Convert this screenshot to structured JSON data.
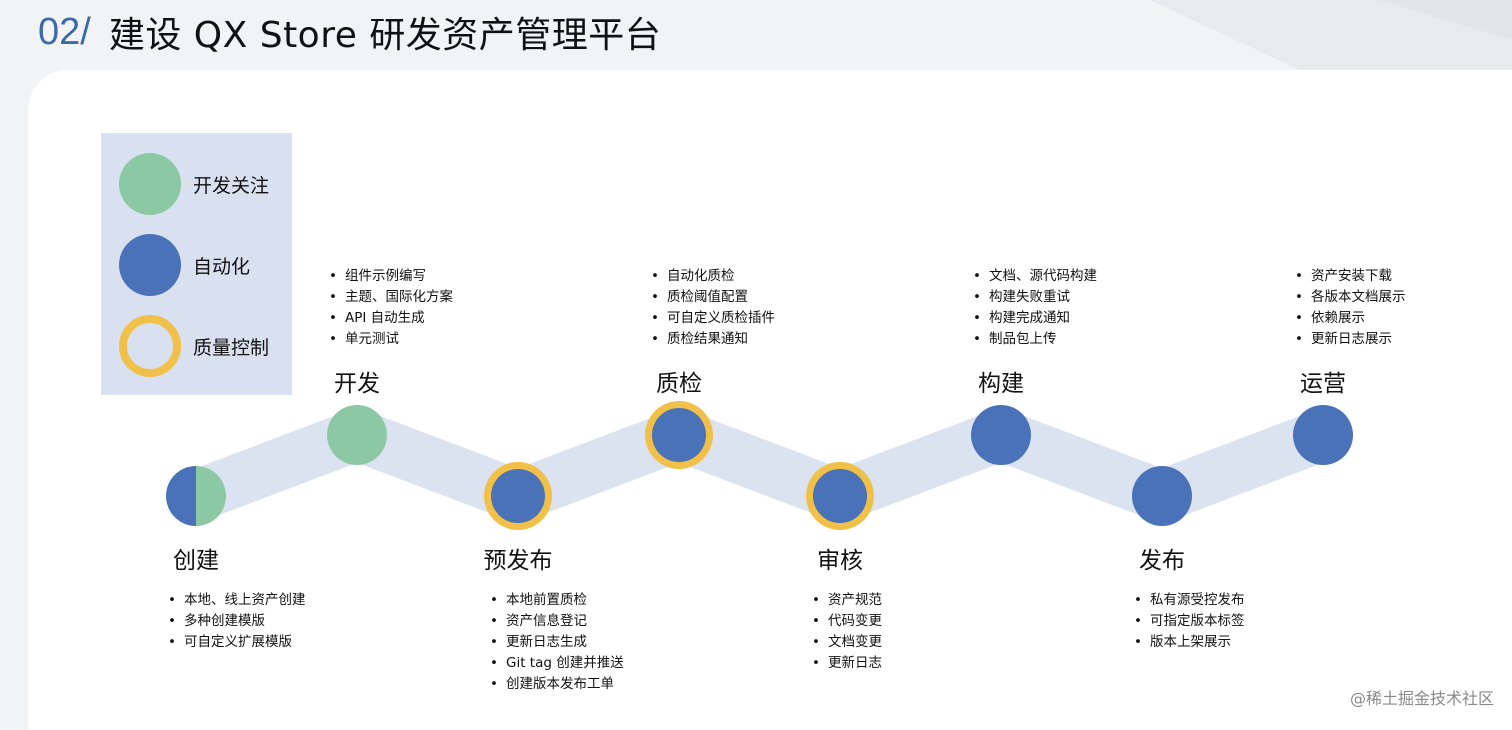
{
  "header": {
    "number": "02/",
    "title": "建设 QX Store 研发资产管理平台"
  },
  "colors": {
    "green": "#8cc8a4",
    "blue": "#4a72b8",
    "gold": "#f0c048",
    "band": "#dbe3f1",
    "legend_bg": "#d9e1f0"
  },
  "legend": [
    {
      "label": "开发关注",
      "style": "green-fill"
    },
    {
      "label": "自动化",
      "style": "blue-fill"
    },
    {
      "label": "质量控制",
      "style": "gold-ring"
    }
  ],
  "stages": [
    {
      "name": "创建",
      "level": "low",
      "style": "half-blue-green",
      "items": [
        "本地、线上资产创建",
        "多种创建模版",
        "可自定义扩展模版"
      ]
    },
    {
      "name": "开发",
      "level": "high",
      "style": "green",
      "items": [
        "组件示例编写",
        "主题、国际化方案",
        "API 自动生成",
        "单元测试"
      ]
    },
    {
      "name": "预发布",
      "level": "low",
      "style": "blue-gold",
      "items": [
        "本地前置质检",
        "资产信息登记",
        "更新日志生成",
        "Git tag 创建并推送",
        "创建版本发布工单"
      ]
    },
    {
      "name": "质检",
      "level": "high",
      "style": "blue-gold",
      "items": [
        "自动化质检",
        "质检阈值配置",
        "可自定义质检插件",
        "质检结果通知"
      ]
    },
    {
      "name": "审核",
      "level": "low",
      "style": "blue-gold",
      "items": [
        "资产规范",
        "代码变更",
        "文档变更",
        "更新日志"
      ]
    },
    {
      "name": "构建",
      "level": "high",
      "style": "blue",
      "items": [
        "文档、源代码构建",
        "构建失败重试",
        "构建完成通知",
        "制品包上传"
      ]
    },
    {
      "name": "发布",
      "level": "low",
      "style": "blue",
      "items": [
        "私有源受控发布",
        "可指定版本标签",
        "版本上架展示"
      ]
    },
    {
      "name": "运营",
      "level": "high",
      "style": "blue",
      "items": [
        "资产安装下载",
        "各版本文档展示",
        "依赖展示",
        "更新日志展示"
      ]
    }
  ],
  "watermark": "@稀土掘金技术社区"
}
